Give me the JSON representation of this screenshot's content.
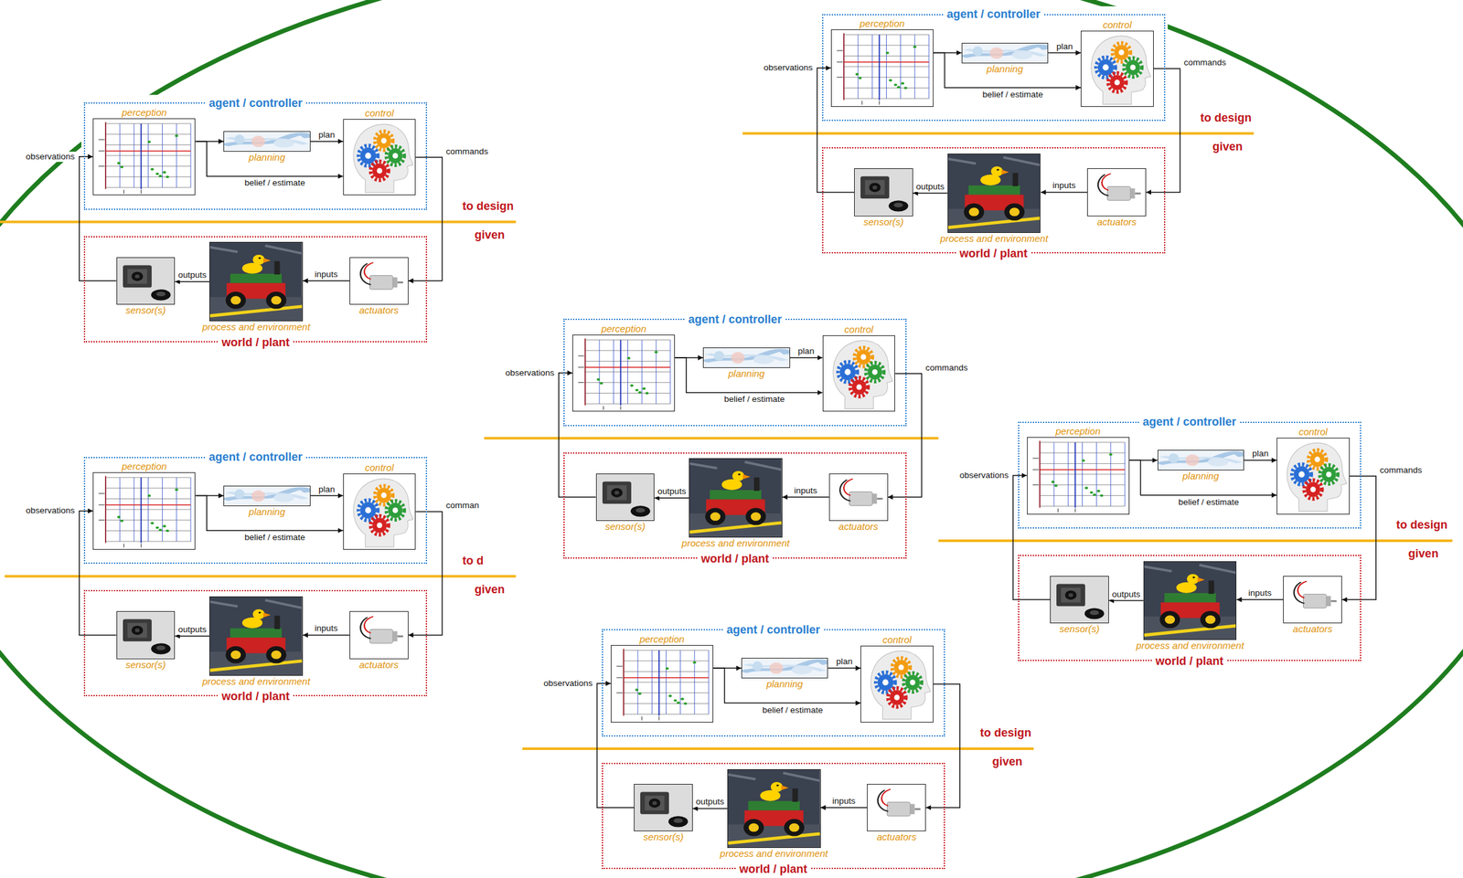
{
  "diagram": {
    "nodes": [
      {
        "text": [
          "agent / controller"
        ]
      },
      {
        "text": [
          "perception"
        ],
        "in": 0
      },
      {
        "text": [
          "planning"
        ],
        "in": 0
      },
      {
        "text": [
          "control"
        ],
        "in": 0
      },
      {
        "text": [
          "world / plant"
        ]
      },
      {
        "text": [
          "sensor(s)"
        ],
        "in": 4
      },
      {
        "text": [
          "process and environment"
        ],
        "in": 4
      },
      {
        "text": [
          "actuators"
        ],
        "in": 4
      },
      {
        "text": [
          "agent / controller"
        ]
      },
      {
        "text": [
          "perception"
        ],
        "in": 8
      },
      {
        "text": [
          "planning"
        ],
        "in": 8
      },
      {
        "text": [
          "control"
        ],
        "in": 8
      },
      {
        "text": [
          "world / plant"
        ]
      },
      {
        "text": [
          "sensor(s)"
        ],
        "in": 12
      },
      {
        "text": [
          "process and environment"
        ],
        "in": 12
      },
      {
        "text": [
          "actuators"
        ],
        "in": 12
      },
      {
        "text": [
          "agent / controller"
        ]
      },
      {
        "text": [
          "perception"
        ],
        "in": 16
      },
      {
        "text": [
          "planning"
        ],
        "in": 16
      },
      {
        "text": [
          "control"
        ],
        "in": 16
      },
      {
        "text": [
          "world / plant"
        ]
      },
      {
        "text": [
          "sensor(s)"
        ],
        "in": 20
      },
      {
        "text": [
          "process and environment"
        ],
        "in": 20
      },
      {
        "text": [
          "actuators"
        ],
        "in": 20
      },
      {
        "text": [
          "agent / controller"
        ]
      },
      {
        "text": [
          "perception"
        ],
        "in": 24
      },
      {
        "text": [
          "planning"
        ],
        "in": 24
      },
      {
        "text": [
          "control"
        ],
        "in": 24
      },
      {
        "text": [
          "world / plant"
        ]
      },
      {
        "text": [
          "sensor(s)"
        ],
        "in": 28
      },
      {
        "text": [
          "process and environment"
        ],
        "in": 28
      },
      {
        "text": [
          "actuators"
        ],
        "in": 28
      },
      {
        "text": [
          "agent / controller"
        ]
      },
      {
        "text": [
          "perception"
        ],
        "in": 32
      },
      {
        "text": [
          "planning"
        ],
        "in": 32
      },
      {
        "text": [
          "control"
        ],
        "in": 32
      },
      {
        "text": [
          "world / plant"
        ]
      },
      {
        "text": [
          "sensor(s)"
        ],
        "in": 36
      },
      {
        "text": [
          "process and environment"
        ],
        "in": 36
      },
      {
        "text": [
          "actuators"
        ],
        "in": 36
      },
      {
        "text": [
          "agent / controller"
        ]
      },
      {
        "text": [
          "perception"
        ],
        "in": 40
      },
      {
        "text": [
          "planning"
        ],
        "in": 40
      },
      {
        "text": [
          "control"
        ],
        "in": 40
      },
      {
        "text": [
          "world / plant"
        ]
      },
      {
        "text": [
          "sensor(s)"
        ],
        "in": 44
      },
      {
        "text": [
          "process and environment"
        ],
        "in": 44
      },
      {
        "text": [
          "actuators"
        ],
        "in": 44
      }
    ],
    "edges": [
      {
        "from": 1,
        "to": 2,
        "arrow": "to"
      },
      {
        "from": 2,
        "to": 3,
        "label": "plan",
        "arrow": "to"
      },
      {
        "from": 1,
        "to": 3,
        "label": "belief / estimate",
        "arrow": "to"
      },
      {
        "from": 3,
        "to": 7,
        "label": "commands",
        "arrow": "to"
      },
      {
        "from": 7,
        "to": 6,
        "label": "inputs",
        "arrow": "to"
      },
      {
        "from": 6,
        "to": 5,
        "label": "outputs",
        "arrow": "to"
      },
      {
        "from": 5,
        "to": 1,
        "label": "observations",
        "arrow": "to"
      },
      {
        "from": 9,
        "to": 10,
        "arrow": "to"
      },
      {
        "from": 10,
        "to": 11,
        "label": "plan",
        "arrow": "to"
      },
      {
        "from": 9,
        "to": 11,
        "label": "belief / estimate",
        "arrow": "to"
      },
      {
        "from": 11,
        "to": 15,
        "label": "commands",
        "arrow": "to"
      },
      {
        "from": 15,
        "to": 14,
        "label": "inputs",
        "arrow": "to"
      },
      {
        "from": 14,
        "to": 13,
        "label": "outputs",
        "arrow": "to"
      },
      {
        "from": 13,
        "to": 9,
        "label": "observations",
        "arrow": "to"
      },
      {
        "from": 17,
        "to": 18,
        "arrow": "to"
      },
      {
        "from": 18,
        "to": 19,
        "label": "plan",
        "arrow": "to"
      },
      {
        "from": 17,
        "to": 19,
        "label": "belief / estimate",
        "arrow": "to"
      },
      {
        "from": 19,
        "to": 23,
        "label": "commands",
        "arrow": "to"
      },
      {
        "from": 23,
        "to": 22,
        "label": "inputs",
        "arrow": "to"
      },
      {
        "from": 22,
        "to": 21,
        "label": "outputs",
        "arrow": "to"
      },
      {
        "from": 21,
        "to": 17,
        "label": "observations",
        "arrow": "to"
      },
      {
        "from": 25,
        "to": 26,
        "arrow": "to"
      },
      {
        "from": 26,
        "to": 27,
        "label": "plan",
        "arrow": "to"
      },
      {
        "from": 25,
        "to": 27,
        "label": "belief / estimate",
        "arrow": "to"
      },
      {
        "from": 27,
        "to": 31,
        "label": "commands",
        "arrow": "to"
      },
      {
        "from": 31,
        "to": 30,
        "label": "inputs",
        "arrow": "to"
      },
      {
        "from": 30,
        "to": 29,
        "label": "outputs",
        "arrow": "to"
      },
      {
        "from": 29,
        "to": 25,
        "label": "observations",
        "arrow": "to"
      },
      {
        "from": 33,
        "to": 34,
        "arrow": "to"
      },
      {
        "from": 34,
        "to": 35,
        "label": "plan",
        "arrow": "to"
      },
      {
        "from": 33,
        "to": 35,
        "label": "belief / estimate",
        "arrow": "to"
      },
      {
        "from": 35,
        "to": 39,
        "label": "comman",
        "arrow": "to"
      },
      {
        "from": 39,
        "to": 38,
        "label": "inputs",
        "arrow": "to"
      },
      {
        "from": 38,
        "to": 37,
        "label": "outputs",
        "arrow": "to"
      },
      {
        "from": 37,
        "to": 33,
        "label": "observations",
        "arrow": "to"
      },
      {
        "from": 41,
        "to": 42,
        "arrow": "to"
      },
      {
        "from": 42,
        "to": 43,
        "label": "plan",
        "arrow": "to"
      },
      {
        "from": 41,
        "to": 43,
        "label": "belief / estimate",
        "arrow": "to"
      },
      {
        "from": 43,
        "to": 47,
        "arrow": "to"
      },
      {
        "from": 47,
        "to": 46,
        "label": "inputs",
        "arrow": "to"
      },
      {
        "from": 46,
        "to": 45,
        "label": "outputs",
        "arrow": "to"
      },
      {
        "from": 45,
        "to": 41,
        "label": "observations",
        "arrow": "to"
      }
    ],
    "labels": [
      "to design",
      "given",
      "to design",
      "given",
      "to design",
      "given",
      "to d",
      "given",
      "to design",
      "given"
    ]
  }
}
